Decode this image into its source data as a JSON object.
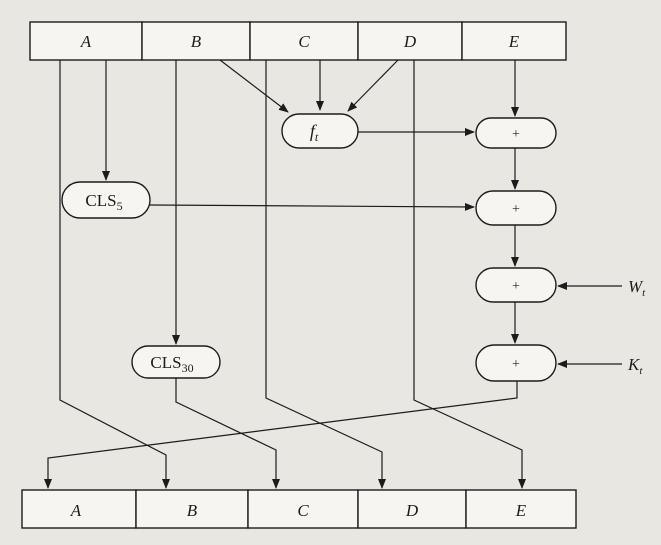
{
  "registers_top": [
    "A",
    "B",
    "C",
    "D",
    "E"
  ],
  "registers_bottom": [
    "A",
    "B",
    "C",
    "D",
    "E"
  ],
  "function_box": {
    "symbol": "f",
    "subscript": "t"
  },
  "rotate_5": {
    "name": "CLS",
    "amount": "5"
  },
  "rotate_30": {
    "name": "CLS",
    "amount": "30"
  },
  "adder_symbol": "+",
  "inputs": {
    "w": {
      "symbol": "W",
      "subscript": "t"
    },
    "k": {
      "symbol": "K",
      "subscript": "t"
    }
  },
  "colors": {
    "ink": "#1c1c1c",
    "paper": "#e9e7e2",
    "box_fill": "#f6f5f1"
  }
}
